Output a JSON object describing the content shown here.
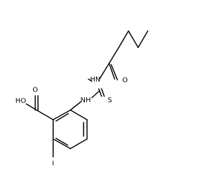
{
  "molecule": {
    "atom_labels": {
      "amide_nh": "HN",
      "carbonyl_o": "O",
      "thioamide_nh": "NH",
      "thione_s": "S",
      "acid_oh": "HO",
      "acid_o": "O",
      "iodine": "I"
    }
  }
}
